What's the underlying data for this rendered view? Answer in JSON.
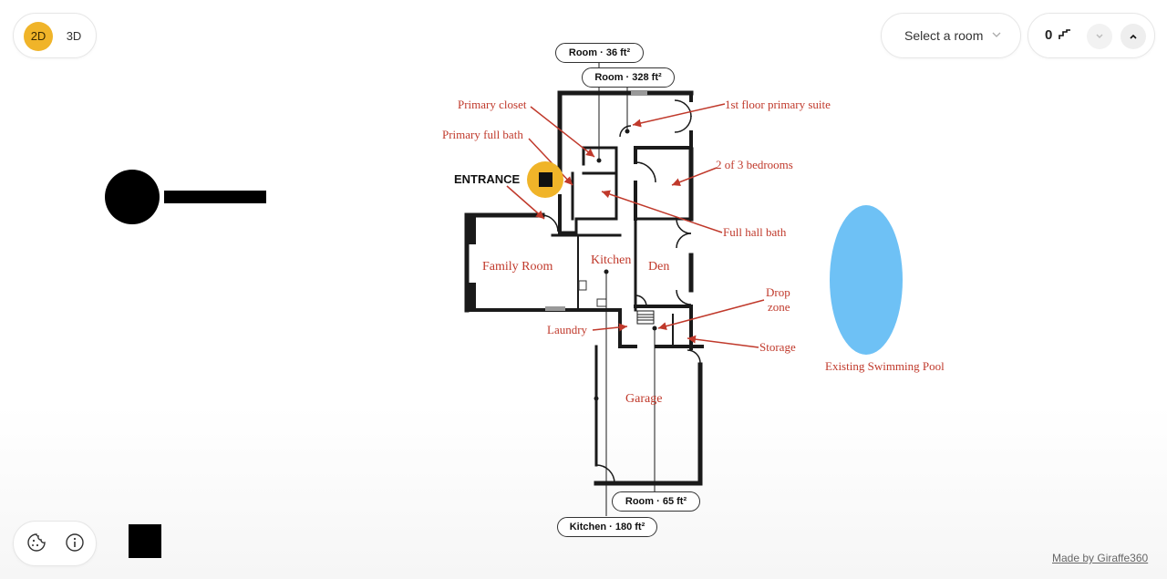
{
  "view_toggle": {
    "options": [
      "2D",
      "3D"
    ],
    "selected": "2D"
  },
  "room_select": {
    "label": "Select a room"
  },
  "floor_control": {
    "floor": "0"
  },
  "room_tags": [
    {
      "name": "Room",
      "area": "36 ft²"
    },
    {
      "name": "Room",
      "area": "328 ft²"
    },
    {
      "name": "Room",
      "area": "65 ft²"
    },
    {
      "name": "Kitchen",
      "area": "180 ft²"
    }
  ],
  "annotations": {
    "primary_closet": "Primary closet",
    "primary_full_bath": "Primary full bath",
    "entrance": "ENTRANCE",
    "primary_suite": "1st floor primary suite",
    "bedrooms": "2 of 3 bedrooms",
    "full_hall_bath": "Full hall bath",
    "drop_zone_1": "Drop",
    "drop_zone_2": "zone",
    "storage": "Storage",
    "laundry": "Laundry",
    "pool": "Existing Swimming Pool"
  },
  "rooms": {
    "family_room": "Family Room",
    "kitchen": "Kitchen",
    "den": "Den",
    "garage": "Garage"
  },
  "footer": {
    "credit": "Made by Giraffe360"
  },
  "colors": {
    "accent": "#f0b429",
    "annotation": "#c0392b",
    "pool": "#6ec1f5",
    "wall": "#1a1a1a"
  }
}
